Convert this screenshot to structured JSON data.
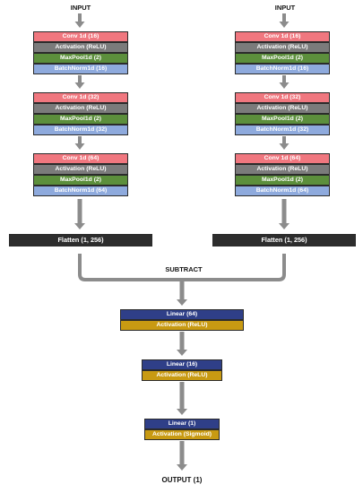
{
  "labels": {
    "input_left": "INPUT",
    "input_right": "INPUT",
    "subtract": "SUBTRACT",
    "output": "OUTPUT (1)"
  },
  "branch": {
    "stage1": {
      "conv": "Conv 1d (16)",
      "act": "Activation (ReLU)",
      "pool": "MaxPool1d (2)",
      "bn": "BatchNorm1d (16)"
    },
    "stage2": {
      "conv": "Conv 1d (32)",
      "act": "Activation (ReLU)",
      "pool": "MaxPool1d (2)",
      "bn": "BatchNorm1d (32)"
    },
    "stage3": {
      "conv": "Conv 1d (64)",
      "act": "Activation (ReLU)",
      "pool": "MaxPool1d (2)",
      "bn": "BatchNorm1d (64)"
    },
    "flatten": "Flatten (1, 256)"
  },
  "head": {
    "block1": {
      "linear": "Linear (64)",
      "act": "Activation (ReLU)"
    },
    "block2": {
      "linear": "Linear (16)",
      "act": "Activation (ReLU)"
    },
    "block3": {
      "linear": "Linear (1)",
      "act": "Activation (Sigmoid)"
    }
  },
  "colors": {
    "conv": "#f0777f",
    "activation": "#7b7b7b",
    "maxpool": "#5c8f3c",
    "batchnorm": "#8eaadd",
    "linear": "#2f3f88",
    "head_activation": "#c89a12",
    "flatten": "#2d2d2d",
    "arrow": "#8c8c8c"
  }
}
